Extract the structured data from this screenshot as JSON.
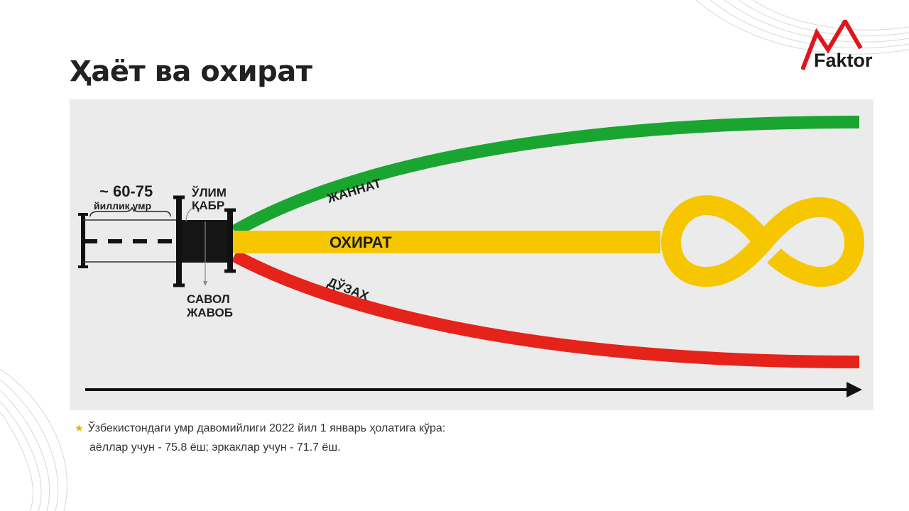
{
  "title": "Ҳаёт ва охират",
  "logo": {
    "text": "Faktor",
    "accent_color": "#e0141b"
  },
  "diagram": {
    "lifespan_value": "~ 60-75",
    "lifespan_label": "йиллик умр",
    "death_label_1": "ЎЛИМ",
    "death_label_2": "ҚАБР",
    "question_label_1": "САВОЛ",
    "question_label_2": "ЖАВОБ",
    "paradise_label": "ЖАННАТ",
    "afterlife_label": "ОХИРАТ",
    "hell_label": "ДЎЗАХ",
    "colors": {
      "paradise": "#1aa531",
      "afterlife": "#f6c700",
      "hell": "#e5231b",
      "background": "#ebebeb"
    }
  },
  "note": {
    "icon": "star-icon",
    "line1": "Ўзбекистондаги умр давомийлиги 2022 йил 1 январь ҳолатига кўра:",
    "line2": "аёллар учун - 75.8 ёш; эркаклар учун - 71.7 ёш."
  }
}
